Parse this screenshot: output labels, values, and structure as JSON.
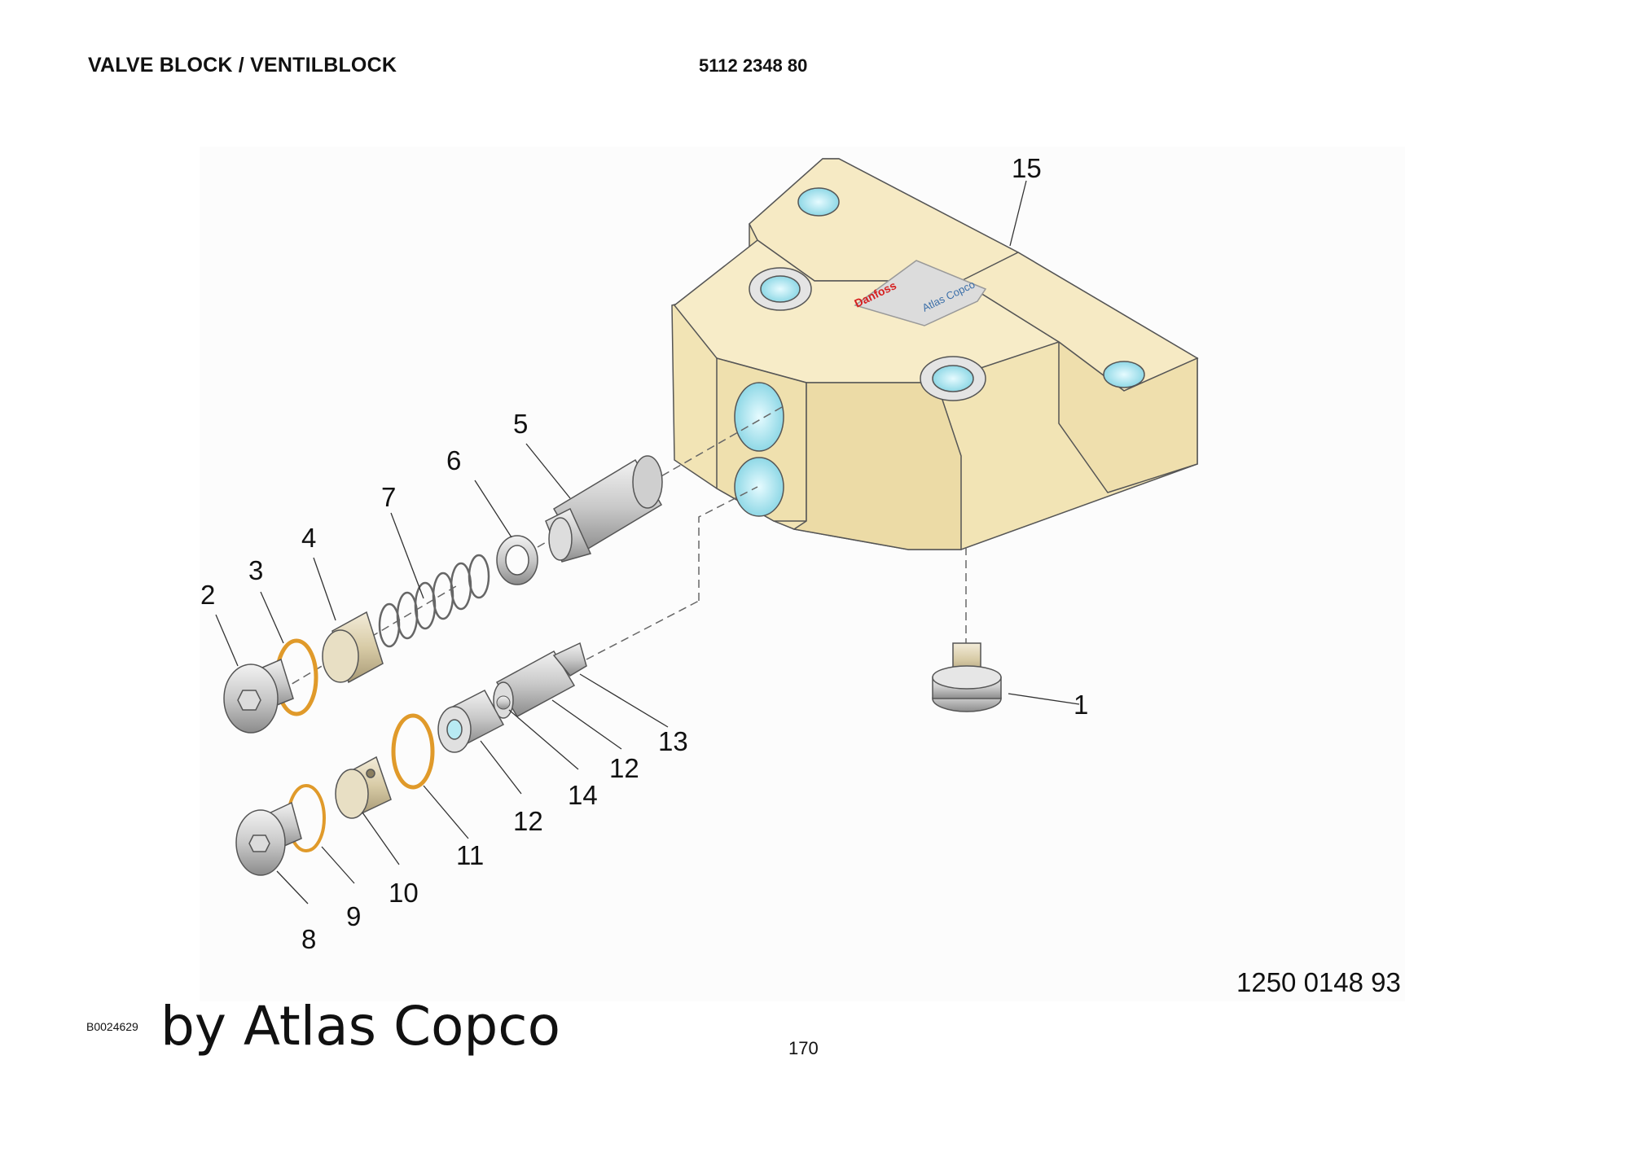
{
  "header": {
    "title": "VALVE BLOCK / VENTILBLOCK",
    "part_number": "5112 2348 80"
  },
  "drawing": {
    "block_logo_brand": "Danfoss",
    "block_logo_maker": "Atlas Copco",
    "callouts": [
      "1",
      "2",
      "3",
      "4",
      "5",
      "6",
      "7",
      "8",
      "9",
      "10",
      "11",
      "12",
      "12",
      "13",
      "14",
      "15"
    ],
    "drawing_number": "1250 0148 93"
  },
  "footer": {
    "image_id": "B0024629",
    "watermark": "by Atlas Copco",
    "page_number": "170"
  },
  "colors": {
    "block_fill": "#f2e4b5",
    "oring": "#e09a2a",
    "port_cyan": "#9fe3ee"
  }
}
